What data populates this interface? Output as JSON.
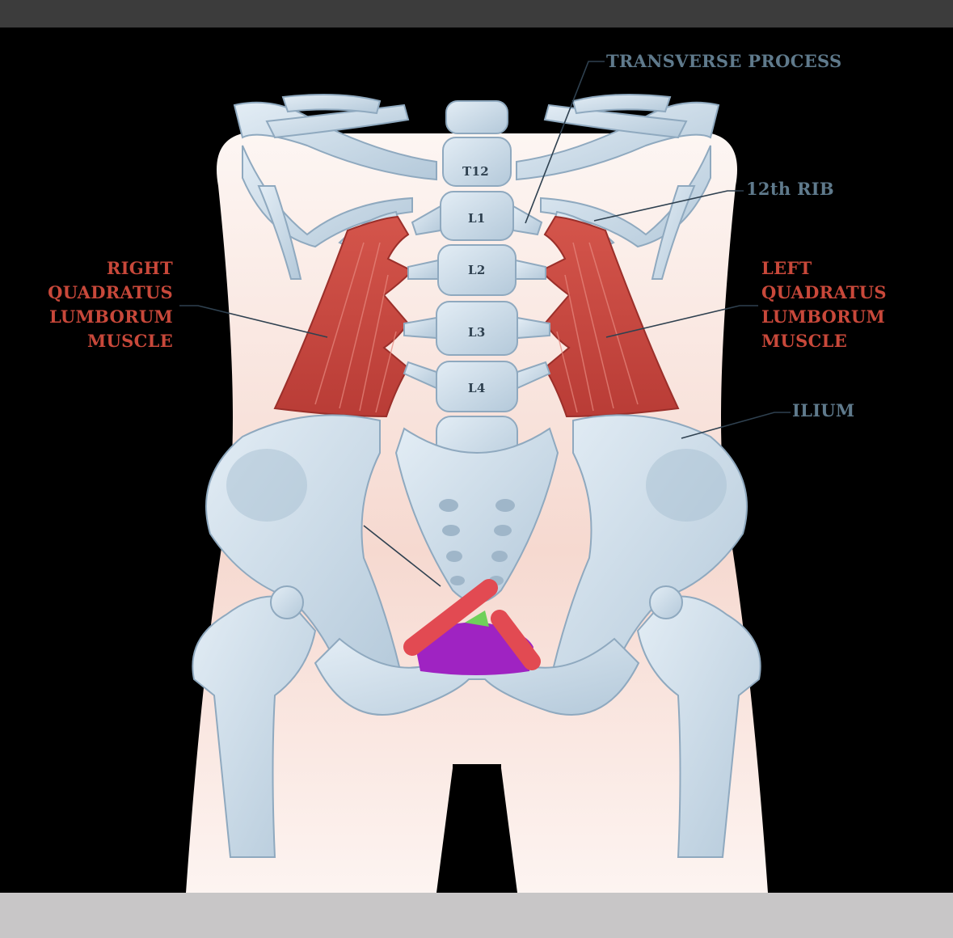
{
  "labels": {
    "transverse_process": "TRANSVERSE PROCESS",
    "twelfth_rib": "12th RIB",
    "ilium": "ILIUM",
    "right_qlm": [
      "RIGHT",
      "QUADRATUS",
      "LUMBORUM",
      "MUSCLE"
    ],
    "left_qlm": [
      "LEFT",
      "QUADRATUS",
      "LUMBORUM",
      "MUSCLE"
    ]
  },
  "vertebrae": [
    "T12",
    "L1",
    "L2",
    "L3",
    "L4"
  ],
  "colors": {
    "background": "#000000",
    "body_silhouette": "#fbece6",
    "bone": "#c9d9e6",
    "bone_shadow": "#8fa9bf",
    "muscle": "#c4473f",
    "label_blue": "#5f7a8c",
    "label_red": "#c8483a",
    "annotation_red": "#e24a52",
    "annotation_purple": "#9f23c2",
    "annotation_green": "#6fd05a",
    "top_bar": "#3c3c3c",
    "bottom_bar": "#c8c6c7"
  }
}
